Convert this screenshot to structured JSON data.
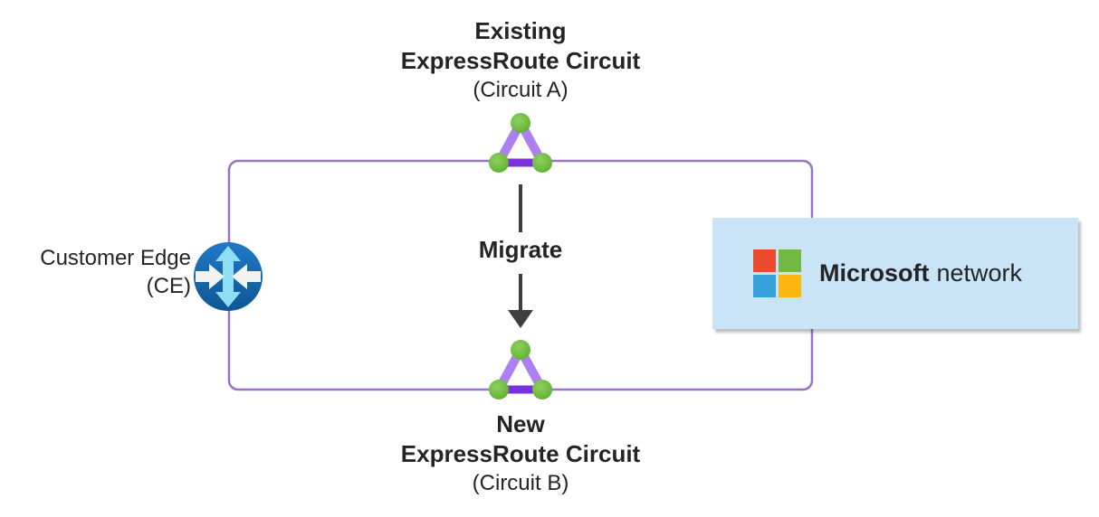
{
  "diagram": {
    "existing_circuit": {
      "line1": "Existing",
      "line2": "ExpressRoute Circuit",
      "line3": "(Circuit A)"
    },
    "new_circuit": {
      "line1": "New",
      "line2": "ExpressRoute Circuit",
      "line3": "(Circuit B)"
    },
    "customer_edge": {
      "line1": "Customer Edge",
      "line2": "(CE)"
    },
    "migrate_label": "Migrate",
    "microsoft_network": {
      "brand": "Microsoft",
      "suffix": "network"
    }
  },
  "colors": {
    "purple_line": "#9673c6",
    "triangle_side": "#ac80f0",
    "triangle_base": "#7a2fdd",
    "node_green": "#6cba3e",
    "node_green_light": "#8ed05e",
    "node_green_dark": "#55a12e",
    "arrow_dark": "#3f3f3f",
    "text_dark": "#242424",
    "ms_box_bg": "#c9e3f7",
    "ms_logo_red": "#ea4b2d",
    "ms_logo_green": "#74b844",
    "ms_logo_blue": "#35a0da",
    "ms_logo_yellow": "#fbb612",
    "router_blue_light": "#2179c7",
    "router_blue_dark": "#0d5795",
    "router_arrow_cyan": "#8edef5",
    "router_arrow_white": "#f2f2f2"
  }
}
